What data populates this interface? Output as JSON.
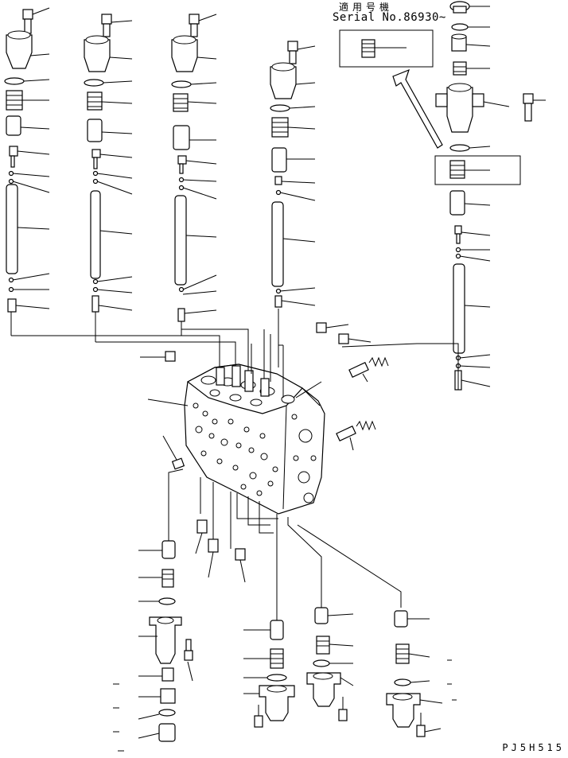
{
  "diagram": {
    "note_jp": "適用号機",
    "note_serial": "Serial No.86930~",
    "drawing_code": "PJ5H515"
  },
  "colors": {
    "ink": "#000000",
    "paper": "#ffffff"
  },
  "icons": [
    "valve-body",
    "spool",
    "spring",
    "o-ring",
    "plug",
    "valve-cap",
    "bolt",
    "poppet",
    "arrow"
  ]
}
